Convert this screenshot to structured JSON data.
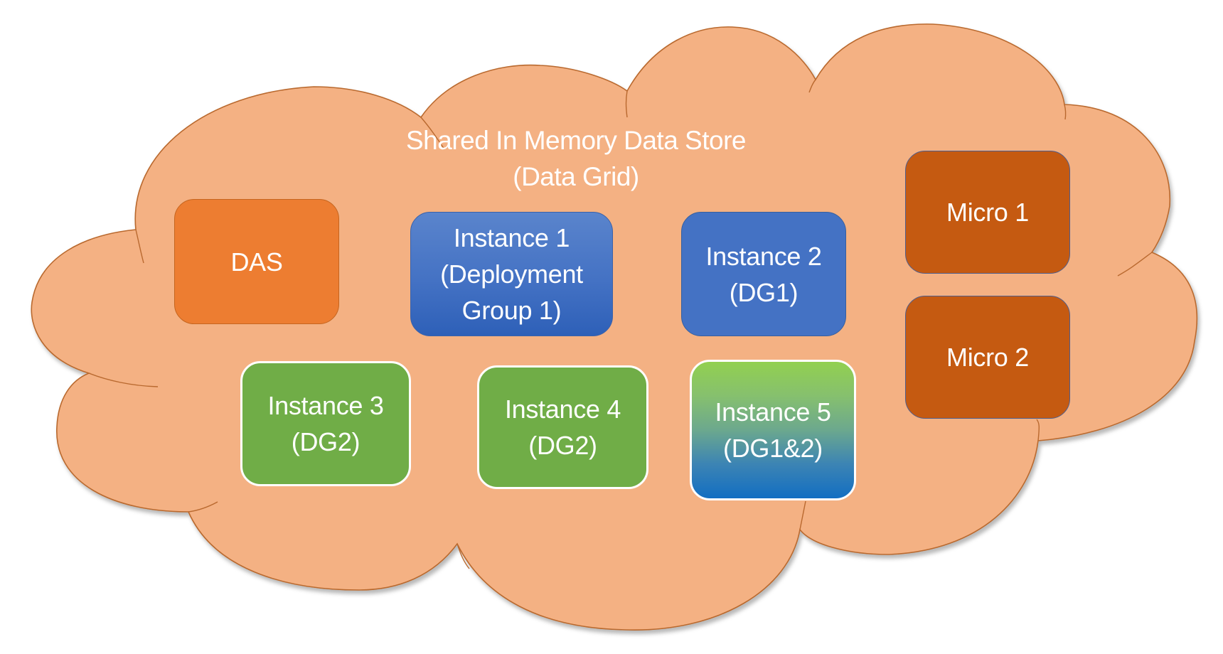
{
  "diagram": {
    "cloud": {
      "title_line1": "Shared In Memory Data Store",
      "title_line2": "(Data Grid)",
      "fill_color": "#F4B183",
      "outline_color": "#C0733F"
    },
    "nodes": [
      {
        "id": "das",
        "label": "DAS",
        "color": "#ED7D31",
        "group": "admin"
      },
      {
        "id": "instance-1",
        "label": "Instance 1\n(Deployment\nGroup 1)",
        "color": "#4472C4",
        "group": "DG1"
      },
      {
        "id": "instance-2",
        "label": "Instance 2\n(DG1)",
        "color": "#4472C4",
        "group": "DG1"
      },
      {
        "id": "instance-3",
        "label": "Instance 3\n(DG2)",
        "color": "#70AD47",
        "group": "DG2"
      },
      {
        "id": "instance-4",
        "label": "Instance 4\n(DG2)",
        "color": "#70AD47",
        "group": "DG2"
      },
      {
        "id": "instance-5",
        "label": "Instance 5\n(DG1&2)",
        "color_top": "#92D050",
        "color_bottom": "#126EC2",
        "group": "DG1&2"
      },
      {
        "id": "micro-1",
        "label": "Micro 1",
        "color": "#C55A11",
        "group": "micro"
      },
      {
        "id": "micro-2",
        "label": "Micro 2",
        "color": "#C55A11",
        "group": "micro"
      }
    ]
  }
}
